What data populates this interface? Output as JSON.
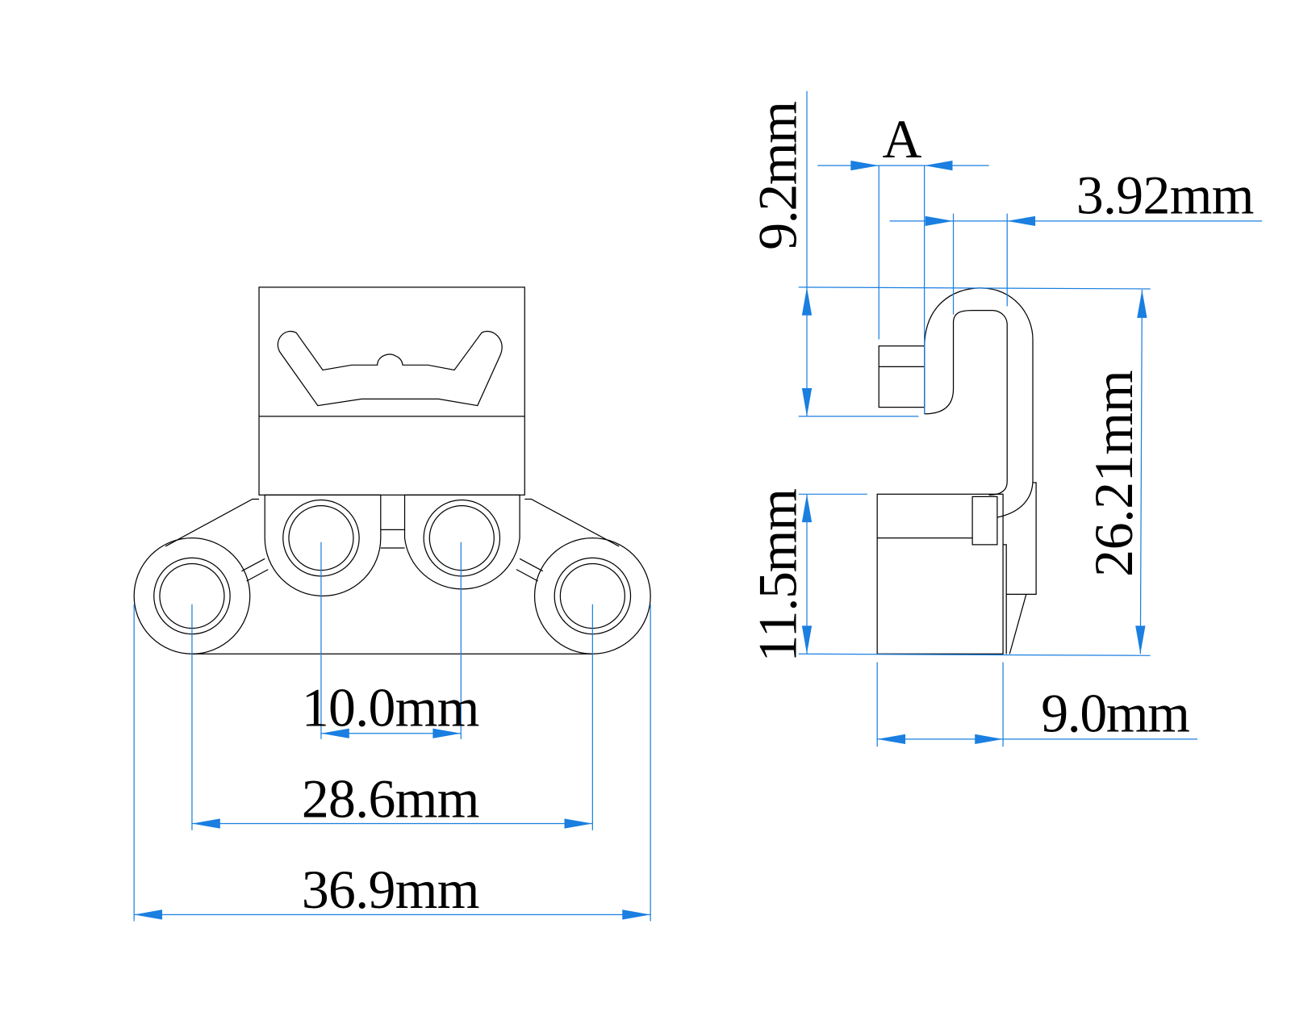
{
  "colors": {
    "dimension": "#1a7fe0",
    "outline": "#000000",
    "background": "#ffffff"
  },
  "front_view": {
    "dim_pitch": "10.0mm",
    "dim_outer_centers": "28.6mm",
    "dim_overall_width": "36.9mm"
  },
  "side_view": {
    "dim_hook_height": "9.2mm",
    "label_a": "A",
    "dim_hook_gap": "3.92mm",
    "dim_total_height": "26.21mm",
    "dim_base_height": "11.5mm",
    "dim_base_depth": "9.0mm"
  }
}
